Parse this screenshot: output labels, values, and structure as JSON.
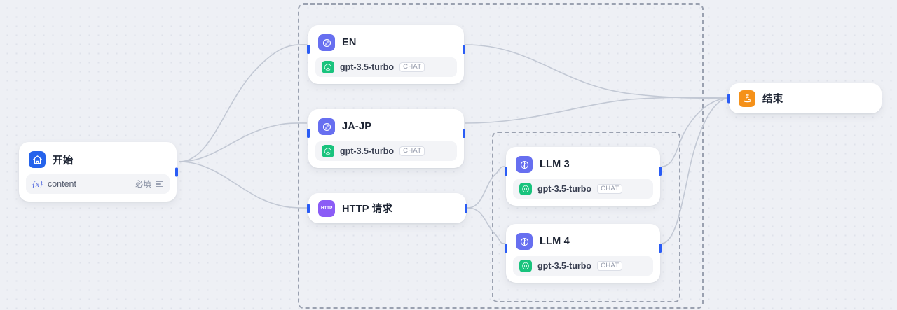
{
  "canvas": {
    "background_color": "#eef0f5",
    "dot_color": "#dfe2ea",
    "edge_color": "#c2c8d4",
    "handle_color": "#2a5cf5",
    "group_border_color": "#9aa1b0"
  },
  "groups": [
    {
      "id": "group-outer",
      "name": "outer-iteration-group"
    },
    {
      "id": "group-inner",
      "name": "inner-iteration-group"
    }
  ],
  "nodes": [
    {
      "id": "start",
      "title": "开始",
      "icon": "home-icon",
      "icon_color": "#2563eb",
      "variable": {
        "prefix": "{x}",
        "name": "content",
        "required_label": "必填",
        "list_icon": "lines-icon"
      }
    },
    {
      "id": "en",
      "title": "EN",
      "icon": "llm-icon",
      "icon_color": "#676ff0",
      "model": {
        "badge": "openai-icon",
        "name": "gpt-3.5-turbo",
        "tag": "CHAT"
      }
    },
    {
      "id": "jajp",
      "title": "JA-JP",
      "icon": "llm-icon",
      "icon_color": "#676ff0",
      "model": {
        "badge": "openai-icon",
        "name": "gpt-3.5-turbo",
        "tag": "CHAT"
      }
    },
    {
      "id": "http",
      "title": "HTTP 请求",
      "icon": "http-icon",
      "icon_color": "#8b5cf6",
      "icon_text": "HTTP"
    },
    {
      "id": "llm3",
      "title": "LLM 3",
      "icon": "llm-icon",
      "icon_color": "#676ff0",
      "model": {
        "badge": "openai-icon",
        "name": "gpt-3.5-turbo",
        "tag": "CHAT"
      }
    },
    {
      "id": "llm4",
      "title": "LLM 4",
      "icon": "llm-icon",
      "icon_color": "#676ff0",
      "model": {
        "badge": "openai-icon",
        "name": "gpt-3.5-turbo",
        "tag": "CHAT"
      }
    },
    {
      "id": "end",
      "title": "结束",
      "icon": "finish-flag-icon",
      "icon_color": "#f59119"
    }
  ],
  "edges": [
    {
      "from": "start",
      "to": "en"
    },
    {
      "from": "start",
      "to": "jajp"
    },
    {
      "from": "start",
      "to": "http"
    },
    {
      "from": "en",
      "to": "end"
    },
    {
      "from": "jajp",
      "to": "end"
    },
    {
      "from": "http",
      "to": "llm3"
    },
    {
      "from": "http",
      "to": "llm4"
    },
    {
      "from": "llm3",
      "to": "end"
    },
    {
      "from": "llm4",
      "to": "end"
    }
  ]
}
